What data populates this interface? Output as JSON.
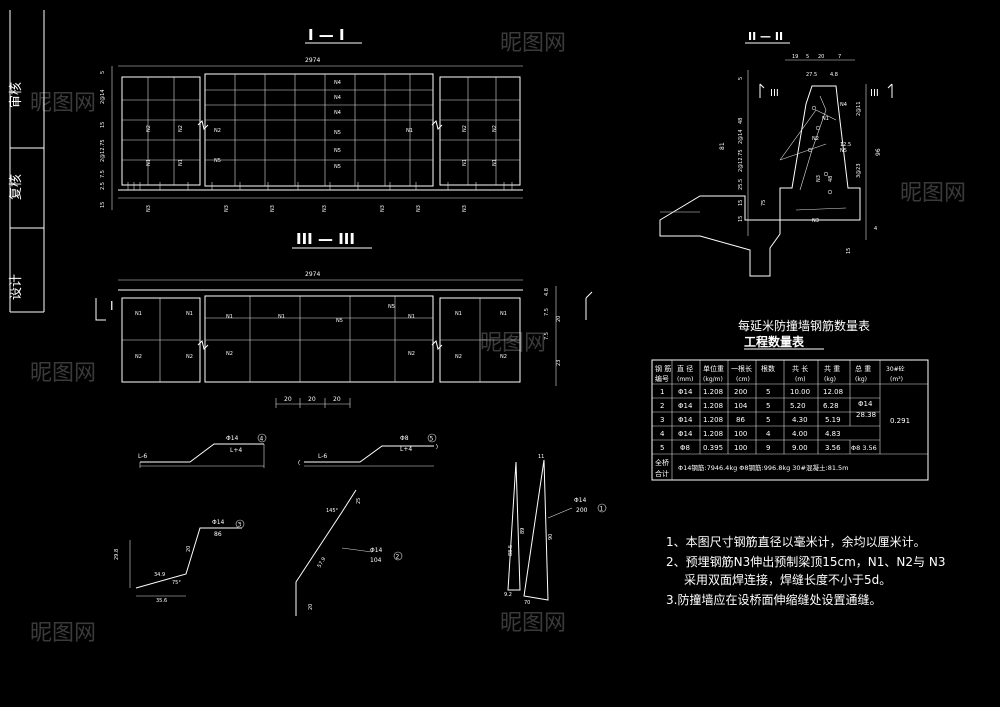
{
  "title_block": {
    "review": "审核",
    "check": "复核",
    "design": "设计"
  },
  "section_1": {
    "title": "I — I",
    "overall_dim": "2974",
    "left_dims": [
      "5",
      "2@14",
      "15",
      "2@12.75",
      "7.5",
      "2.5",
      "15"
    ],
    "bar_labels_left": [
      "N2",
      "N2",
      "N1",
      "N1",
      "N3"
    ],
    "bar_labels_mid": [
      "N4",
      "N4",
      "N4",
      "N5",
      "N5",
      "N5",
      "N5",
      "N2",
      "N1",
      "N3",
      "N3",
      "N3",
      "N3",
      "N3"
    ],
    "bar_labels_right": [
      "N2",
      "N2",
      "N1",
      "N1",
      "N3"
    ]
  },
  "section_3": {
    "title": "III — III",
    "overall_dim": "2974",
    "section_mark": "I",
    "right_dims": [
      "4.8",
      "7.5",
      "20",
      "7.5",
      "23"
    ],
    "bottom_dims": [
      "20",
      "20",
      "20"
    ],
    "bar_labels": [
      "N1",
      "N1",
      "N1",
      "N1",
      "N5",
      "N5",
      "N1",
      "N1",
      "N1",
      "N2",
      "N2",
      "N2",
      "N2",
      "N2",
      "N2"
    ]
  },
  "section_2": {
    "title": "II — II",
    "top_dims": [
      "19",
      "5",
      "20",
      "7",
      "27.5",
      "4.8"
    ],
    "mark_left": "III",
    "mark_right": "III",
    "left_dims": [
      "5",
      "48",
      "2@14",
      "81",
      "2@12.75",
      "25.5",
      "15",
      "75",
      "15"
    ],
    "right_dims": [
      "2@11",
      "12.5",
      "96",
      "3@23",
      "4",
      "15"
    ],
    "labels": [
      "N4",
      "N1",
      "N2",
      "N5",
      "N3",
      "48",
      "N3"
    ]
  },
  "rebar_details": {
    "bar4": {
      "dia": "Φ14",
      "num": "4",
      "length": "L+4",
      "left_len": "L-6"
    },
    "bar5": {
      "dia": "Φ8",
      "num": "5",
      "length": "L+4",
      "left_len": "L-6"
    },
    "bar3": {
      "dia": "Φ14",
      "num": "3",
      "length": "86",
      "dims": [
        "29.8",
        "34.9",
        "75°",
        "35.6",
        "20"
      ]
    },
    "bar2": {
      "dia": "Φ14",
      "num": "2",
      "length": "104",
      "dims": [
        "145°",
        "25",
        "57.9",
        "20"
      ]
    },
    "bar1": {
      "dia": "Φ14",
      "num": "1",
      "length": "200",
      "dims": [
        "11",
        "89",
        "88.5",
        "9.2",
        "90",
        "70"
      ]
    }
  },
  "table": {
    "title": "每延米防撞墙钢筋数量表",
    "subtitle": "工程数量表",
    "headers": [
      "钢 筋\n编号",
      "直 径\n(mm)",
      "单位重\n(kg/m)",
      "一根长\n(cm)",
      "根数",
      "共 长\n(m)",
      "共 重\n(kg)",
      "总 重\n(kg)",
      "30#砼\n(m³)"
    ],
    "rows": [
      [
        "1",
        "Φ14",
        "1.208",
        "200",
        "5",
        "10.00",
        "12.08"
      ],
      [
        "2",
        "Φ14",
        "1.208",
        "104",
        "5",
        "5.20",
        "6.28"
      ],
      [
        "3",
        "Φ14",
        "1.208",
        "86",
        "5",
        "4.30",
        "5.19"
      ],
      [
        "4",
        "Φ14",
        "1.208",
        "100",
        "4",
        "4.00",
        "4.83"
      ],
      [
        "5",
        "Φ8",
        "0.395",
        "100",
        "9",
        "9.00",
        "3.56"
      ]
    ],
    "total_group1_dia": "Φ14",
    "total_group1": "28.38",
    "total_group2": "Φ8 3.56",
    "concrete": "0.291",
    "sum_label": "全桥\n合计",
    "sum_text": "Φ14钢筋:7946.4kg  Φ8钢筋:996.8kg  30#混凝土:81.5m"
  },
  "notes": [
    "1、本图尺寸钢筋直径以毫米计，余均以厘米计。",
    "2、预埋钢筋N3伸出预制梁顶15cm，N1、N2与 N3",
    "采用双面焊连接，焊缝长度不小于5d。",
    "3.防撞墙应在设桥面伸缩缝处设置通缝。"
  ],
  "watermark": "昵图网"
}
